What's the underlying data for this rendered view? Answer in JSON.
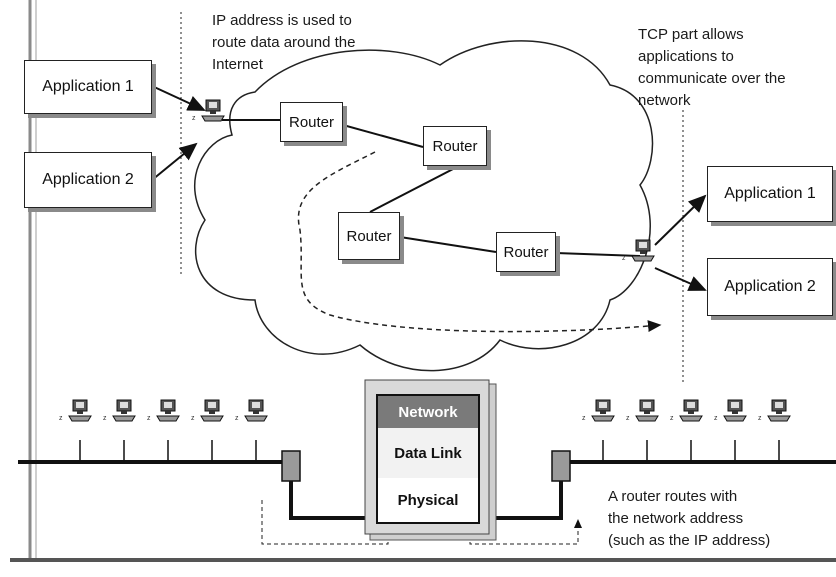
{
  "annotations": {
    "ip_note": [
      "IP address is used to",
      "route data around the",
      "Internet"
    ],
    "tcp_note": [
      "TCP part allows",
      "applications to",
      "communicate over the",
      "network"
    ],
    "router_note": [
      "A router routes with",
      "the network address",
      "(such as the IP address)"
    ]
  },
  "applications_left": [
    "Application 1",
    "Application 2"
  ],
  "applications_right": [
    "Application 1",
    "Application 2"
  ],
  "routers": [
    "Router",
    "Router",
    "Router",
    "Router"
  ],
  "protocol_stack": [
    "Network",
    "Data Link",
    "Physical"
  ],
  "colors": {
    "line": "#111111",
    "shadow": "#8a8a8a",
    "stack_header": "#7a7a7a"
  }
}
